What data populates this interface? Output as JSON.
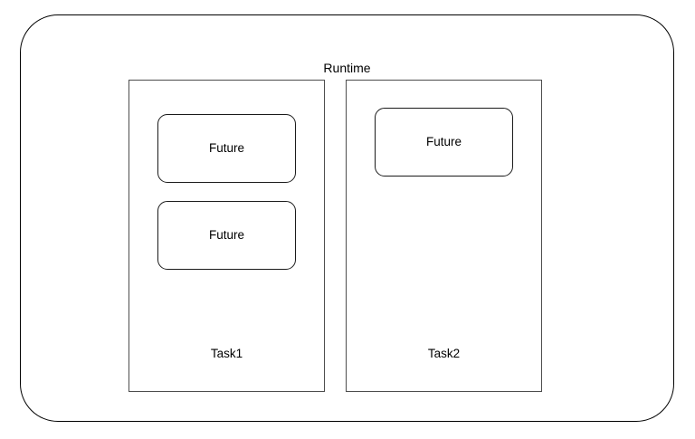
{
  "diagram": {
    "title": "Runtime",
    "background_color": "#ffffff",
    "outer": {
      "label": "Runtime",
      "shape": "rounded-rectangle",
      "border_color": "#000000"
    },
    "tasks": [
      {
        "label": "Task1",
        "shape": "rectangle",
        "border_color": "#4d4d4d",
        "futures": [
          {
            "label": "Future",
            "shape": "rounded-rectangle",
            "border_color": "#1a1a1a"
          },
          {
            "label": "Future",
            "shape": "rounded-rectangle",
            "border_color": "#1a1a1a"
          }
        ]
      },
      {
        "label": "Task2",
        "shape": "rectangle",
        "border_color": "#4d4d4d",
        "futures": [
          {
            "label": "Future",
            "shape": "rounded-rectangle",
            "border_color": "#1a1a1a"
          }
        ]
      }
    ]
  }
}
